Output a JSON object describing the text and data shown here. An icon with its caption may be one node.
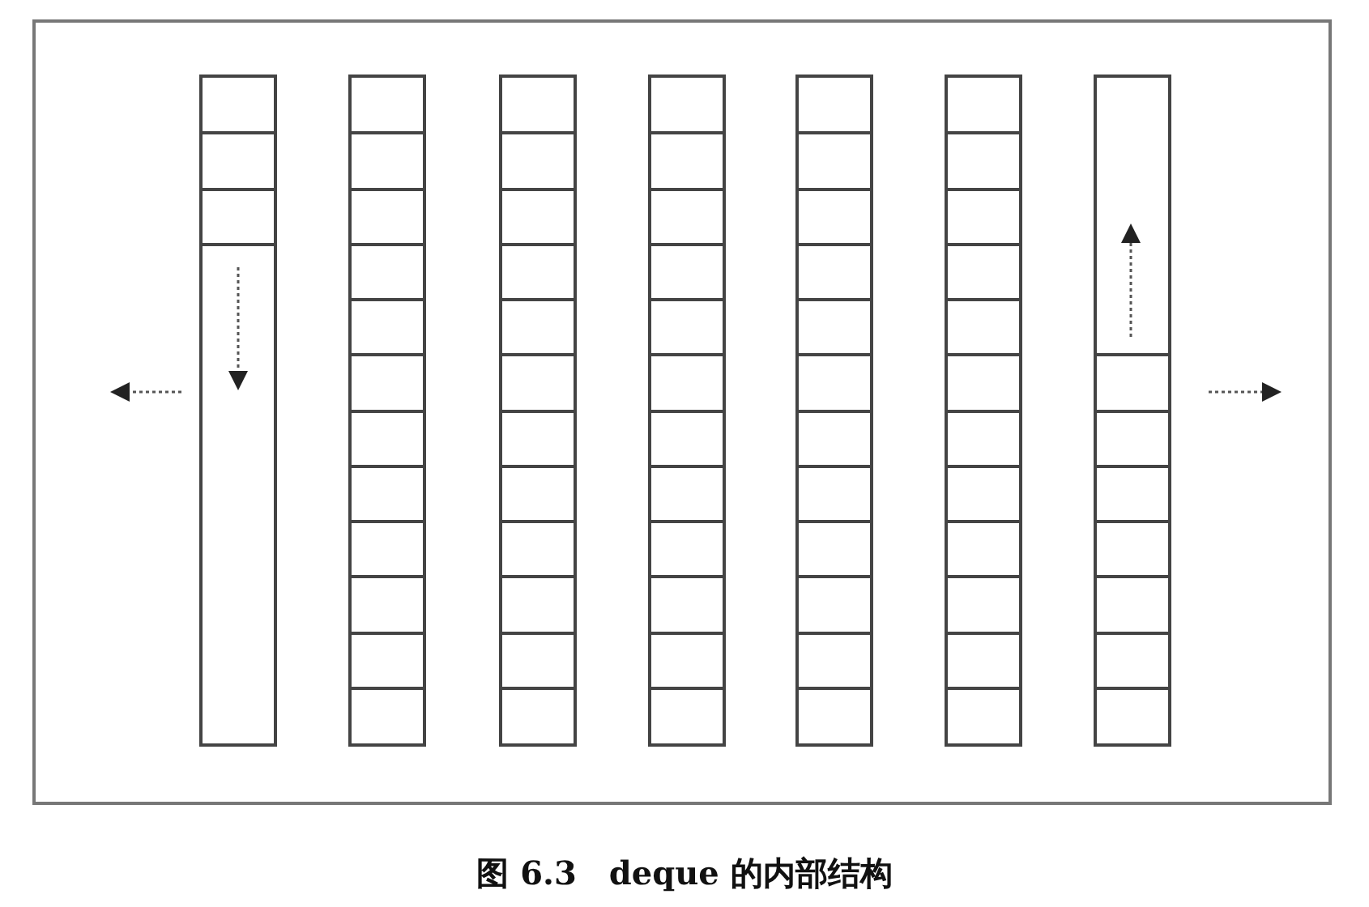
{
  "diagram": {
    "caption": "图 6.3　deque 的内部结构",
    "nodes": [
      {
        "text": [],
        "shape": "box"
      },
      {
        "text": [],
        "shape": "box"
      },
      {
        "text": [],
        "shape": "box"
      },
      {
        "text": [],
        "shape": "box"
      },
      {
        "text": [],
        "shape": "box"
      },
      {
        "text": [],
        "shape": "box"
      },
      {
        "text": [],
        "shape": "box"
      }
    ]
  }
}
